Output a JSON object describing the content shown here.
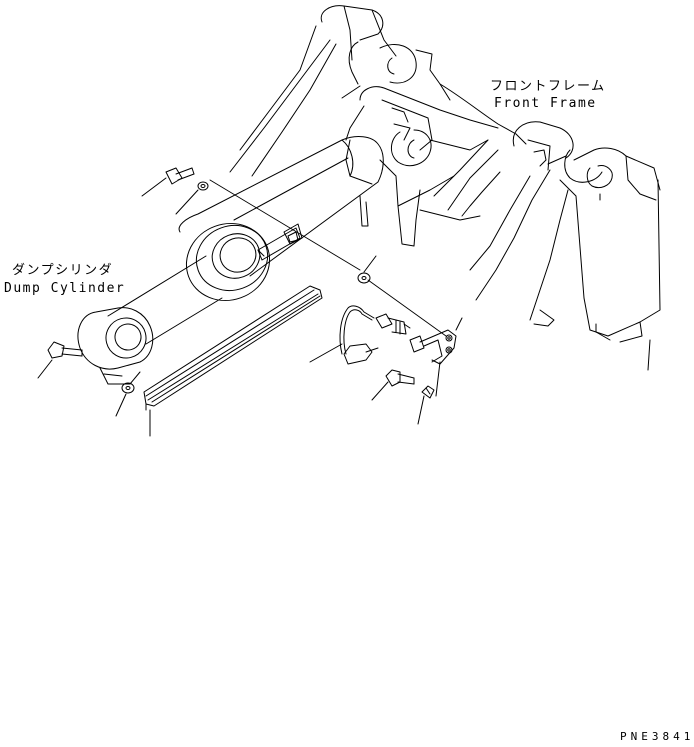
{
  "labels": {
    "front_frame_jp": "フロントフレーム",
    "front_frame_en": "Front Frame",
    "dump_cylinder_jp": "ダンプシリンダ",
    "dump_cylinder_en": "Dump Cylinder",
    "drawing_code": "PNE3841"
  },
  "colors": {
    "line": "#000000",
    "background": "#ffffff"
  }
}
